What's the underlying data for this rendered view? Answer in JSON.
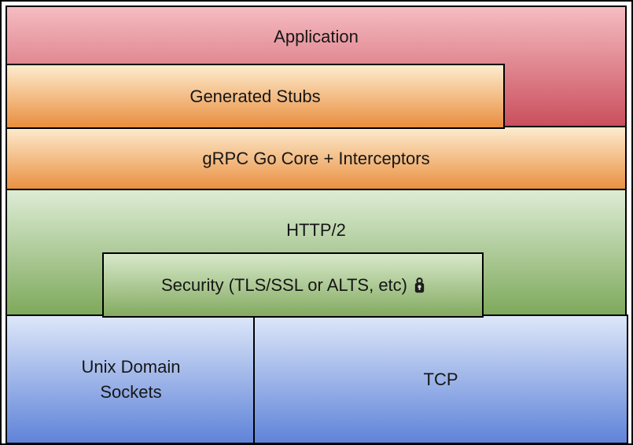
{
  "diagram": {
    "layers": {
      "application": {
        "label": "Application"
      },
      "generated_stubs": {
        "label": "Generated Stubs"
      },
      "grpc_core": {
        "label": "gRPC Go Core + Interceptors"
      },
      "http2": {
        "label": "HTTP/2"
      },
      "security": {
        "label": "Security (TLS/SSL or ALTS, etc)",
        "icon": "lock-icon"
      },
      "unix_domain_sockets": {
        "label": "Unix Domain Sockets"
      },
      "tcp": {
        "label": "TCP"
      }
    },
    "colors": {
      "border": "#000000",
      "red": {
        "top": "#f5bcc1",
        "bottom": "#ca4e5c"
      },
      "orange": {
        "top": "#fdeccf",
        "bottom": "#e98e3e"
      },
      "green": {
        "top": "#ddecd5",
        "bottom": "#7da85a"
      },
      "green_inner": {
        "top": "#d8e9cb",
        "bottom": "#83aa60"
      },
      "blue": {
        "top": "#dde7f9",
        "bottom": "#5f83d8"
      }
    }
  }
}
